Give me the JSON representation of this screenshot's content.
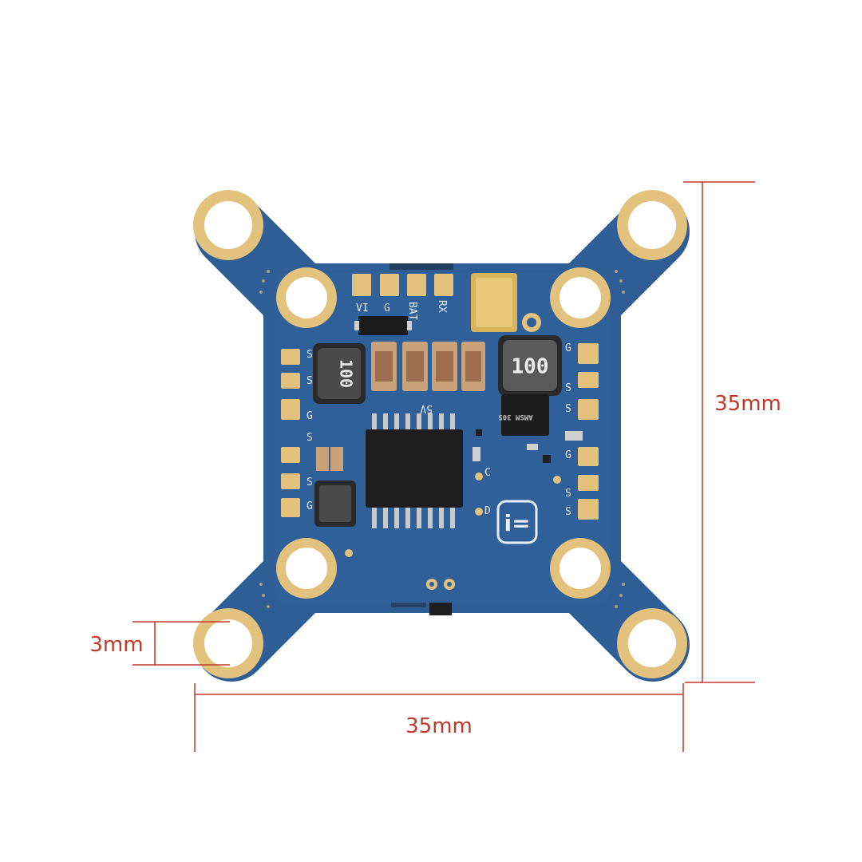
{
  "dimensions": {
    "width_label": "35mm",
    "height_label": "35mm",
    "hole_label": "3mm",
    "line_color": "#c0392b",
    "text_color": "#c0392b"
  },
  "board": {
    "pcb_color": "#2f5d96",
    "pad_color": "#e2c27d",
    "silkscreen": {
      "vi": "VI",
      "g_top": "G",
      "bat": "BAT",
      "rx": "RX",
      "5v": "5V",
      "c": "C",
      "d": "D",
      "left_s1": "S",
      "left_s2": "S",
      "left_g1": "G",
      "left_s3": "S",
      "left_s4": "S",
      "left_g2": "G",
      "right_g1": "G",
      "right_s1": "S",
      "right_s2": "S",
      "right_g2": "G",
      "right_s3": "S",
      "right_s4": "S"
    },
    "inductor_left_label": "100",
    "inductor_right_label": "100",
    "regulator_label": "AMSM 305",
    "logo_label": "i="
  }
}
